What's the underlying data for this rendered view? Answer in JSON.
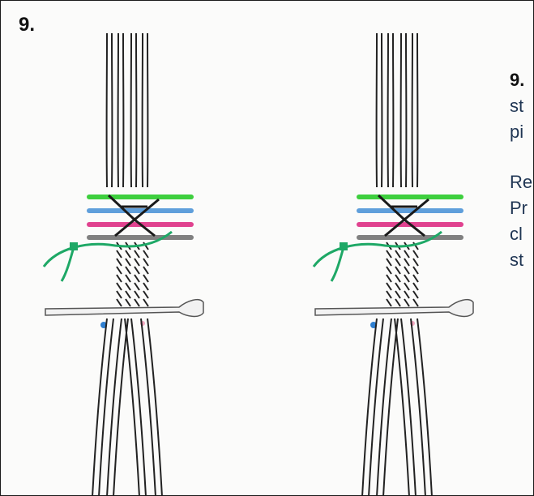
{
  "step": {
    "label": "9."
  },
  "instructions": {
    "lines_top": [
      "9.",
      "st",
      "pi"
    ],
    "lines_bottom": [
      "Re",
      "Pr",
      "cl",
      "st"
    ]
  },
  "illustration": {
    "band_colors": [
      "#3ecf3e",
      "#5f9fdb",
      "#e0428f",
      "#808080"
    ],
    "cord_color": "#1ea866",
    "knot_color": "#1a1a1a",
    "pin_colors": [
      "#2f7fd0",
      "#f2a8c0"
    ],
    "pattern_stick_fill": "#f2f2f2"
  }
}
